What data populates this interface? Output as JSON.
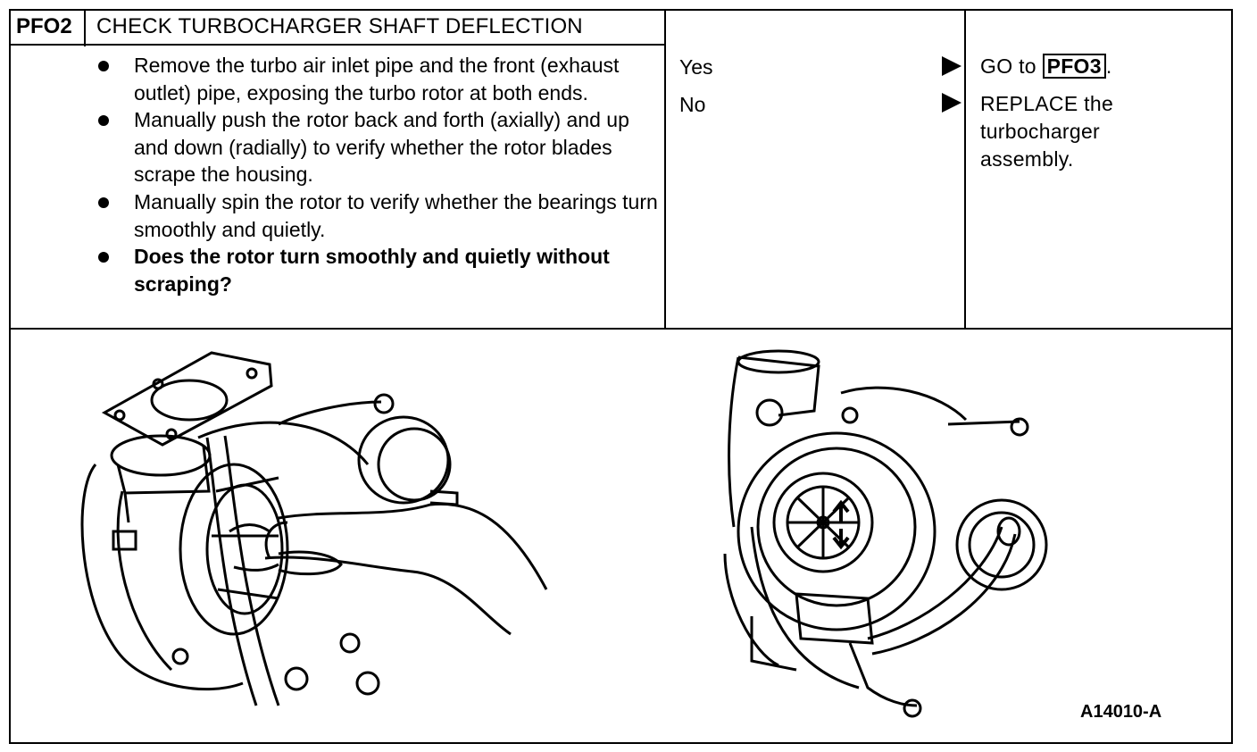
{
  "step": {
    "id": "PFO2",
    "title": "CHECK TURBOCHARGER SHAFT DEFLECTION"
  },
  "instructions": [
    {
      "text": "Remove the turbo air inlet pipe and the front (exhaust outlet) pipe, exposing the turbo rotor at both ends.",
      "bold": false
    },
    {
      "text": "Manually push the rotor back and forth (axially) and up and down (radially) to verify whether the rotor blades scrape the housing.",
      "bold": false
    },
    {
      "text": "Manually spin the rotor to verify whether the bearings turn smoothly and quietly.",
      "bold": false
    },
    {
      "text": "Does the rotor turn smoothly and quietly without scraping?",
      "bold": true
    }
  ],
  "results": [
    {
      "answer": "Yes",
      "action_prefix": "GO to",
      "action_ref": "PFO3",
      "action_suffix": "."
    },
    {
      "answer": "No",
      "action_lines": [
        "REPLACE the",
        "turbocharger",
        "assembly."
      ]
    }
  ],
  "figure": {
    "label": "A14010-A",
    "left_illustration": "turbocharger-hand-icon",
    "right_illustration": "turbocharger-rotor-icon"
  }
}
